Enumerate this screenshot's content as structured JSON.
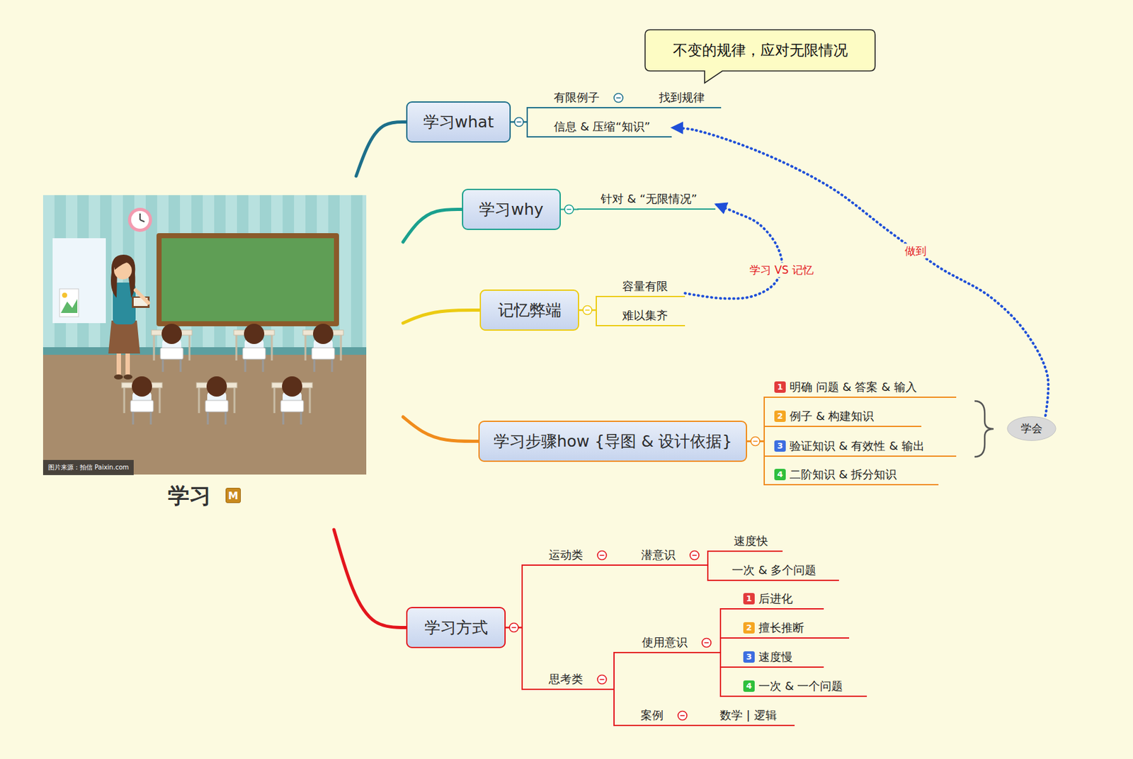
{
  "diagram": {
    "nodes": [
      {
        "text": [
          "学习"
        ]
      },
      {
        "text": [
          "学习what"
        ]
      },
      {
        "text": [
          "有限例子"
        ]
      },
      {
        "text": [
          "找到规律"
        ]
      },
      {
        "text": [
          "信息 & 压缩“知识”"
        ]
      },
      {
        "text": [
          "不变的规律，应对无限情况"
        ]
      },
      {
        "text": [
          "学习why"
        ]
      },
      {
        "text": [
          "针对 & “无限情况”"
        ]
      },
      {
        "text": [
          "记忆弊端"
        ]
      },
      {
        "text": [
          "容量有限"
        ]
      },
      {
        "text": [
          "难以集齐"
        ]
      },
      {
        "text": [
          "学习步骤how {导图 & 设计依据}"
        ]
      },
      {
        "text": [
          "1",
          "明确 问题 & 答案 & 输入"
        ]
      },
      {
        "text": [
          "2",
          "例子 & 构建知识"
        ]
      },
      {
        "text": [
          "3",
          "验证知识 & 有效性 & 输出"
        ]
      },
      {
        "text": [
          "4",
          "二阶知识 & 拆分知识"
        ]
      },
      {
        "text": [
          "学会"
        ]
      },
      {
        "text": [
          "学习方式"
        ]
      },
      {
        "text": [
          "运动类"
        ]
      },
      {
        "text": [
          "潜意识"
        ]
      },
      {
        "text": [
          "速度快"
        ]
      },
      {
        "text": [
          "一次 & 多个问题"
        ]
      },
      {
        "text": [
          "思考类"
        ]
      },
      {
        "text": [
          "使用意识"
        ]
      },
      {
        "text": [
          "1",
          "后进化"
        ]
      },
      {
        "text": [
          "2",
          "擅长推断"
        ]
      },
      {
        "text": [
          "3",
          "速度慢"
        ]
      },
      {
        "text": [
          "4",
          "一次 & 一个问题"
        ]
      },
      {
        "text": [
          "案例"
        ]
      },
      {
        "text": [
          "数学 | 逻辑"
        ]
      }
    ],
    "edges": [
      {
        "from": 0,
        "to": 1,
        "arrow": "none"
      },
      {
        "from": 1,
        "to": 2,
        "arrow": "none"
      },
      {
        "from": 2,
        "to": 3,
        "arrow": "none"
      },
      {
        "from": 1,
        "to": 4,
        "arrow": "none"
      },
      {
        "from": 0,
        "to": 6,
        "arrow": "none"
      },
      {
        "from": 6,
        "to": 7,
        "arrow": "none"
      },
      {
        "from": 0,
        "to": 8,
        "arrow": "none"
      },
      {
        "from": 8,
        "to": 9,
        "arrow": "none"
      },
      {
        "from": 8,
        "to": 10,
        "arrow": "none"
      },
      {
        "from": 0,
        "to": 11,
        "arrow": "none"
      },
      {
        "from": 11,
        "to": 12,
        "arrow": "none"
      },
      {
        "from": 11,
        "to": 13,
        "arrow": "none"
      },
      {
        "from": 11,
        "to": 14,
        "arrow": "none"
      },
      {
        "from": 11,
        "to": 15,
        "arrow": "none"
      },
      {
        "from": 0,
        "to": 17,
        "arrow": "none"
      },
      {
        "from": 17,
        "to": 18,
        "arrow": "none"
      },
      {
        "from": 18,
        "to": 19,
        "arrow": "none"
      },
      {
        "from": 19,
        "to": 20,
        "arrow": "none"
      },
      {
        "from": 19,
        "to": 21,
        "arrow": "none"
      },
      {
        "from": 17,
        "to": 22,
        "arrow": "none"
      },
      {
        "from": 22,
        "to": 23,
        "arrow": "none"
      },
      {
        "from": 23,
        "to": 24,
        "arrow": "none"
      },
      {
        "from": 23,
        "to": 25,
        "arrow": "none"
      },
      {
        "from": 23,
        "to": 26,
        "arrow": "none"
      },
      {
        "from": 23,
        "to": 27,
        "arrow": "none"
      },
      {
        "from": 22,
        "to": 28,
        "arrow": "none"
      },
      {
        "from": 28,
        "to": 29,
        "arrow": "none"
      },
      {
        "from": 16,
        "to": 4,
        "label": "做到",
        "arrow": "to"
      },
      {
        "from": 9,
        "to": 7,
        "label": "学习 VS 记忆",
        "arrow": "to"
      }
    ],
    "labels": [
      "图片来源：拍信 Paixin.com",
      "M"
    ]
  }
}
